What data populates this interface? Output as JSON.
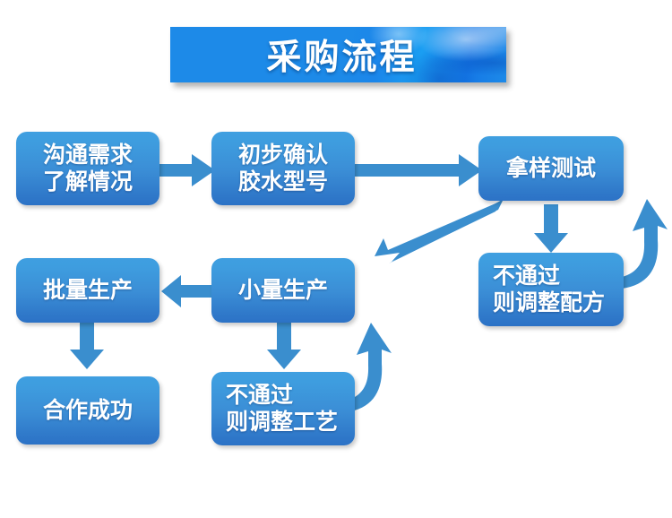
{
  "title": {
    "text": "采购流程",
    "banner_color": "#1d8ae8"
  },
  "theme": {
    "box_top_color": "#3f9fe0",
    "box_bottom_color": "#2c72c6",
    "arrow_color": "#3a8ece",
    "text_color": "#ffffff",
    "background": "#ffffff"
  },
  "chart_data": {
    "type": "diagram",
    "title": "采购流程",
    "nodes": [
      {
        "id": "n1",
        "label": "沟通需求\n了解情况",
        "lines": [
          "沟通需求",
          "了解情况"
        ],
        "row": 1,
        "col": 1
      },
      {
        "id": "n2",
        "label": "初步确认\n胶水型号",
        "lines": [
          "初步确认",
          "胶水型号"
        ],
        "row": 1,
        "col": 2
      },
      {
        "id": "n3",
        "label": "拿样测试",
        "lines": [
          "拿样测试"
        ],
        "row": 1,
        "col": 3
      },
      {
        "id": "n4",
        "label": "不通过\n则调整配方",
        "lines": [
          "不通过",
          "则调整配方"
        ],
        "row": 2,
        "col": 3
      },
      {
        "id": "n5",
        "label": "小量生产",
        "lines": [
          "小量生产"
        ],
        "row": 2,
        "col": 2
      },
      {
        "id": "n6",
        "label": "批量生产",
        "lines": [
          "批量生产"
        ],
        "row": 2,
        "col": 1
      },
      {
        "id": "n7",
        "label": "不通过\n则调整工艺",
        "lines": [
          "不通过",
          "则调整工艺"
        ],
        "row": 3,
        "col": 2
      },
      {
        "id": "n8",
        "label": "合作成功",
        "lines": [
          "合作成功"
        ],
        "row": 3,
        "col": 1
      }
    ],
    "edges": [
      {
        "from": "n1",
        "to": "n2",
        "style": "straight-right"
      },
      {
        "from": "n2",
        "to": "n3",
        "style": "straight-right-long"
      },
      {
        "from": "n3",
        "to": "n5",
        "style": "diagonal-down-left"
      },
      {
        "from": "n3",
        "to": "n4",
        "style": "straight-down"
      },
      {
        "from": "n4",
        "to": "n3",
        "style": "curved-up-right"
      },
      {
        "from": "n5",
        "to": "n6",
        "style": "straight-left"
      },
      {
        "from": "n5",
        "to": "n7",
        "style": "straight-down"
      },
      {
        "from": "n7",
        "to": "n5",
        "style": "curved-up-right"
      },
      {
        "from": "n6",
        "to": "n8",
        "style": "straight-down"
      }
    ]
  },
  "boxes": {
    "n1": {
      "l1": "沟通需求",
      "l2": "了解情况"
    },
    "n2": {
      "l1": "初步确认",
      "l2": "胶水型号"
    },
    "n3": {
      "l1": "拿样测试"
    },
    "n4": {
      "l1": "不通过",
      "l2": "则调整配方"
    },
    "n5": {
      "l1": "小量生产"
    },
    "n6": {
      "l1": "批量生产"
    },
    "n7": {
      "l1": "不通过",
      "l2": "则调整工艺"
    },
    "n8": {
      "l1": "合作成功"
    }
  }
}
